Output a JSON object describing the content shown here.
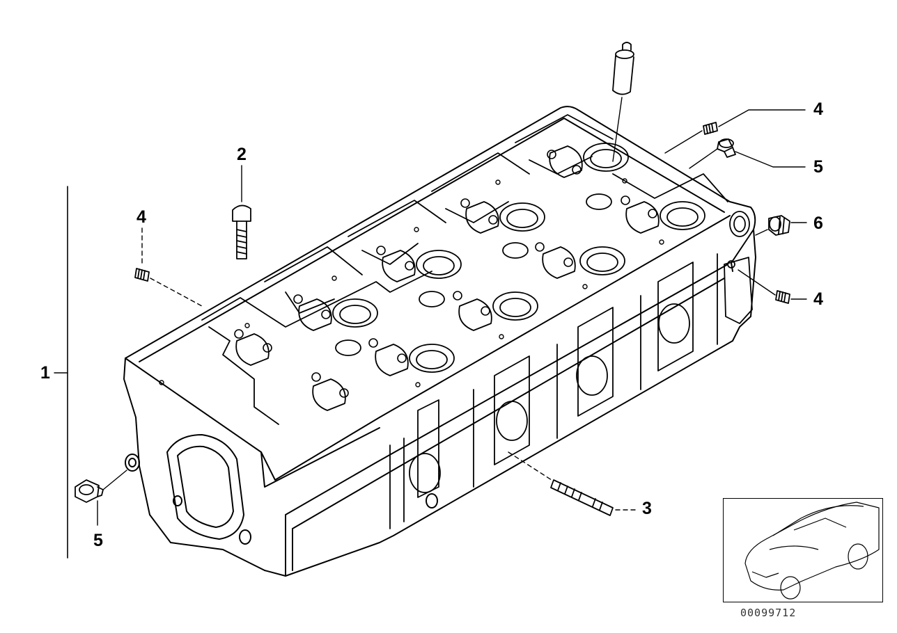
{
  "diagram": {
    "callouts": {
      "c1": "1",
      "c2": "2",
      "c3": "3",
      "c4_top": "4",
      "c4_left": "4",
      "c4_right": "4",
      "c5_top": "5",
      "c5_bottom": "5",
      "c6": "6"
    },
    "reference_number": "00099712",
    "line_color": "#000000",
    "background_color": "#ffffff"
  }
}
